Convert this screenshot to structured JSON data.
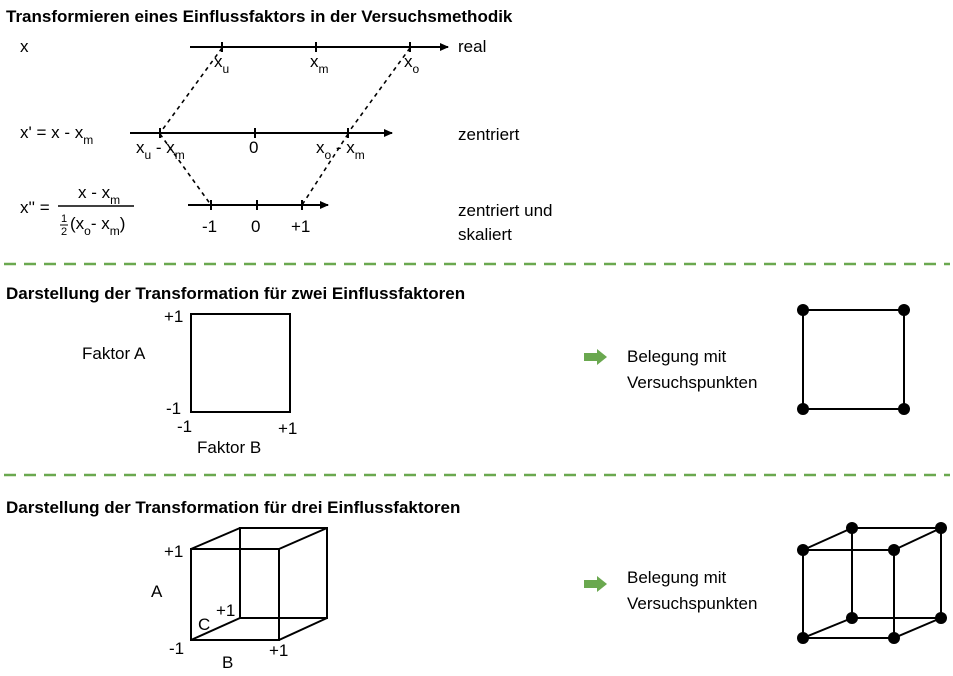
{
  "section1": {
    "title": "Transformieren eines Einflussfaktors in der Versuchsmethodik",
    "row_x": {
      "var": "x",
      "ticks": [
        {
          "base": "x",
          "sub": "u"
        },
        {
          "base": "x",
          "sub": "m"
        },
        {
          "base": "x",
          "sub": "o"
        }
      ],
      "desc": "real"
    },
    "row_xprime": {
      "formula_lhs": "x' = x - x",
      "formula_sub": "m",
      "tick_left": {
        "a": "x",
        "a_sub": "u",
        "op": " - ",
        "b": "x",
        "b_sub": "m"
      },
      "tick_mid": "0",
      "tick_right": {
        "a": "x",
        "a_sub": "o",
        "op": " - ",
        "b": "x",
        "b_sub": "m"
      },
      "desc": "zentriert"
    },
    "row_xdouble": {
      "lhs": "x'' =",
      "numerator": "x - x",
      "numerator_sub": "m",
      "frac_num": "1",
      "frac_den": "2",
      "denominator_a": "(x",
      "denominator_a_sub": "o",
      "denominator_b": "- x",
      "denominator_b_sub": "m",
      "denominator_close": ")",
      "ticks": [
        "-1",
        "0",
        "+1"
      ],
      "desc_line1": "zentriert und",
      "desc_line2": "skaliert"
    }
  },
  "section2": {
    "title": "Darstellung der Transformation für zwei Einflussfaktoren",
    "y_axis_label": "Faktor A",
    "y_top": "+1",
    "y_bottom": "-1",
    "x_left": "-1",
    "x_right": "+1",
    "x_axis_label": "Faktor B",
    "arrow_text_line1": "Belegung mit",
    "arrow_text_line2": "Versuchspunkten"
  },
  "section3": {
    "title": "Darstellung der Transformation für drei Einflussfaktoren",
    "a_top": "+1",
    "a_label": "A",
    "c_label": "C",
    "c_top": "+1",
    "b_left": "-1",
    "b_label": "B",
    "b_right": "+1",
    "arrow_text_line1": "Belegung mit",
    "arrow_text_line2": "Versuchspunkten"
  },
  "colors": {
    "separator": "#6aa84f",
    "arrow": "#6aa84f",
    "lines": "#000000"
  }
}
